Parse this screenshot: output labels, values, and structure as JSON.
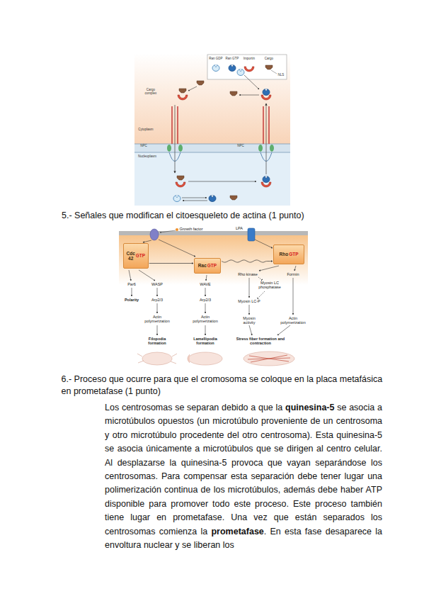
{
  "diagram": {
    "nodes": [
      {
        "text": [
          "Cdc 42",
          "GTP"
        ]
      },
      {
        "text": [
          "Rac",
          "GTP"
        ]
      },
      {
        "text": [
          "Rho",
          "GTP"
        ]
      }
    ],
    "edges": [
      {
        "from": 0,
        "to": 1,
        "arrow": "to"
      },
      {
        "from": 1,
        "to": 2,
        "arrow": "to"
      }
    ],
    "labels": [
      "NLS",
      "Cargo complex",
      "Cytoplasm",
      "NPC",
      "NPC",
      "Nucleoplasm",
      "5.- Señales que modifican el citoesqueleto de actina (1 punto)",
      "Growth factor",
      "LPA",
      "Par6",
      "Polarity",
      "WASP",
      "Arp2/3",
      "Actin polymerization",
      "Filopodia formation",
      "WAVE",
      "Arp2/3",
      "Actin polymerization",
      "Lamellipodia formation",
      "Rho kinase",
      "Myosin LC phosphatase",
      "Myosin LC-P",
      "Myosin activity",
      "Stress fiber formation and contraction",
      "Formin",
      "Actin polymerization",
      "6.- Proceso que ocurre para que el cromosoma se coloque en la placa metafásica en prometafase (1 punto)",
      "Los centrosomas se separan debido a que la",
      "quinesina-5",
      "se asocia a microtúbulos opuestos (un microtúbulo proveniente de un centrosoma y otro microtúbulo procedente del otro centrosoma). Esta quinesina-5 se asocia únicamente a microtúbulos que se dirigen al centro celular. Al desplazarse la quinesina-5 provoca que vayan separándose los centrosomas. Para compensar esta separación debe tener lugar una polimerización continua de los microtúbulos, además debe haber ATP disponible para promover todo este proceso. Este proceso también tiene lugar en prometafase. Una vez que están separados los centrosomas comienza la",
      "prometafase",
      ". En esta fase desaparece la envoltura nuclear y se liberan los"
    ],
    "legend": [
      {
        "text": "Ran GDP"
      },
      {
        "text": "Ran GTP"
      },
      {
        "text": "Importin"
      },
      {
        "text": "Cargo"
      }
    ]
  }
}
